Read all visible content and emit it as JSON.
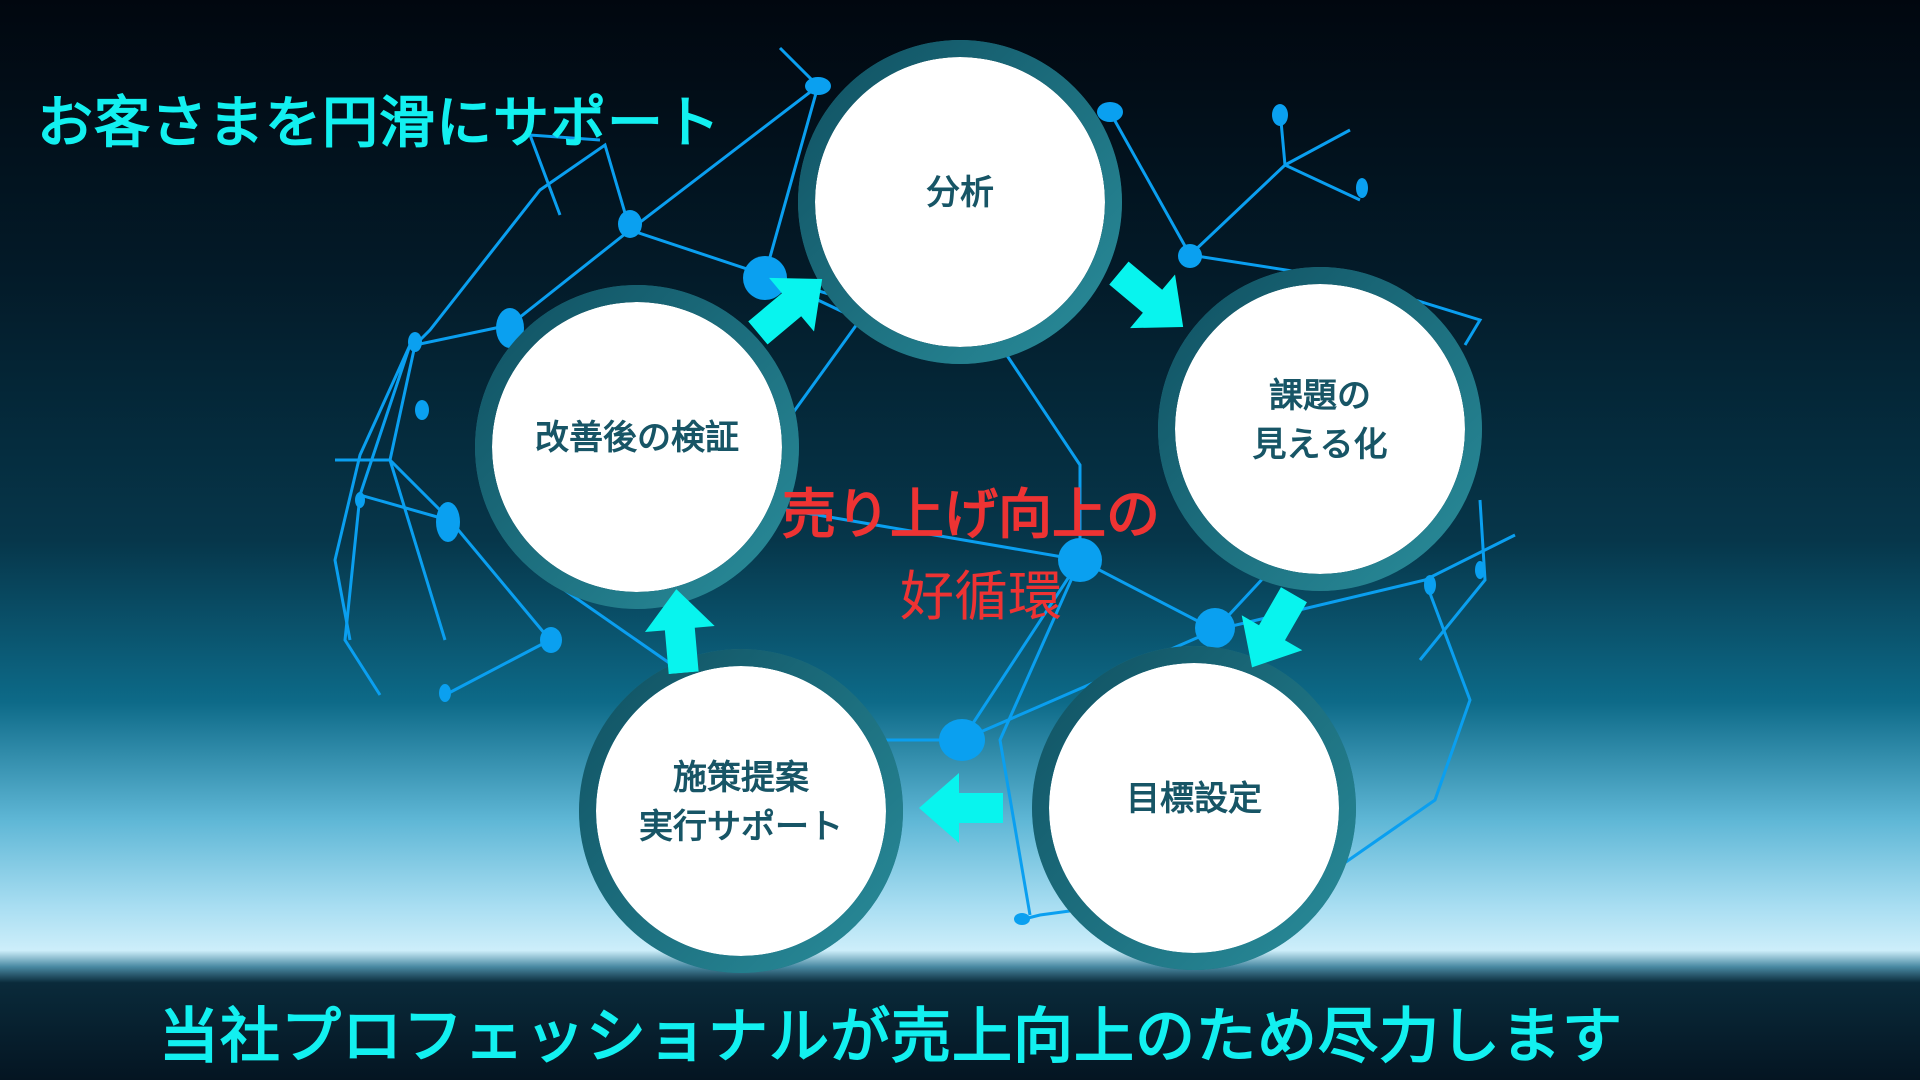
{
  "title": "お客さまを円滑にサポート",
  "center": {
    "line1": "売り上げ向上の",
    "line2": "好循環"
  },
  "steps": [
    {
      "label": "分析"
    },
    {
      "label": "課題の\n見える化"
    },
    {
      "label": "目標設定"
    },
    {
      "label": "施策提案\n実行サポート"
    },
    {
      "label": "改善後の検証"
    }
  ],
  "footer": "当社プロフェッショナルが売上向上のため尽力します",
  "colors": {
    "accent": "#12f0f0",
    "highlight": "#ee3333",
    "ring": "#1f7080",
    "network": "#0aa0f0"
  }
}
